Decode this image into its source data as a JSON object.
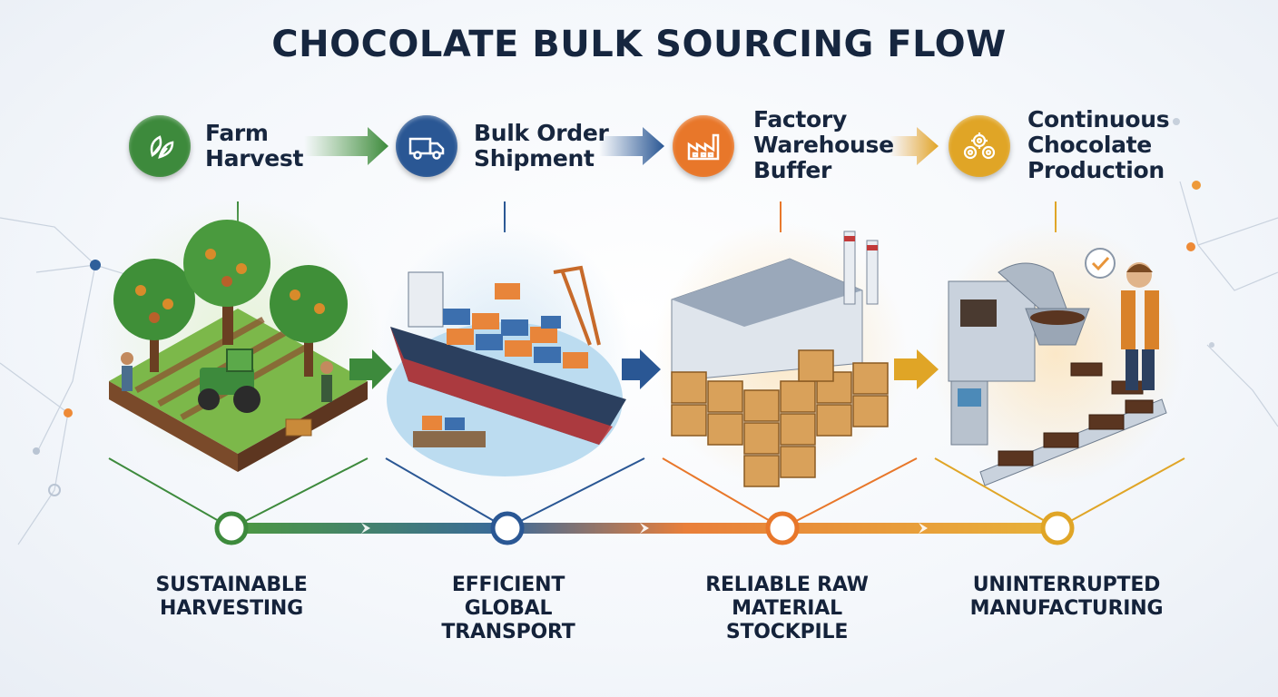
{
  "title": "CHOCOLATE BULK SOURCING FLOW",
  "steps": [
    {
      "label": "Farm\nHarvest",
      "icon": "leaf-icon",
      "color": "#3d8a3c",
      "caption": "SUSTAINABLE\nHARVESTING"
    },
    {
      "label": "Bulk Order\nShipment",
      "icon": "truck-icon",
      "color": "#2a5794",
      "caption": "EFFICIENT\nGLOBAL\nTRANSPORT"
    },
    {
      "label": "Factory\nWarehouse\nBuffer",
      "icon": "factory-icon",
      "color": "#e8772a",
      "caption": "RELIABLE RAW\nMATERIAL\nSTOCKPILE"
    },
    {
      "label": "Continuous\nChocolate\nProduction",
      "icon": "gears-icon",
      "color": "#e0a526",
      "caption": "UNINTERRUPTED\nMANUFACTURING"
    }
  ]
}
